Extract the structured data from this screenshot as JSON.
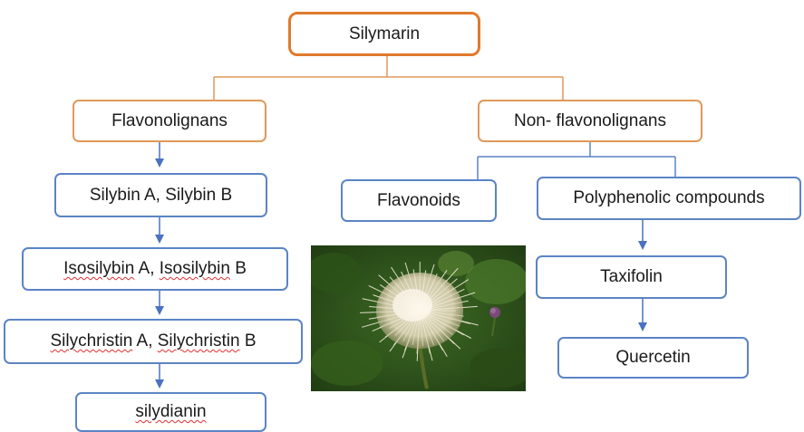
{
  "diagram": {
    "root": "Silymarin",
    "left_branch": {
      "title": "Flavonolignans",
      "items": [
        "Silybin A, Silybin B",
        "Isosilybin A, Isosilybin B",
        "Silychristin A, Silychristin B",
        "silydianin"
      ]
    },
    "right_branch": {
      "title": "Non- flavonolignans",
      "children": {
        "flavonoids": "Flavonoids",
        "polyphenolic": "Polyphenolic compounds"
      },
      "polyphenolic_chain": [
        "Taxifolin",
        "Quercetin"
      ]
    },
    "photo": {
      "subject": "milk thistle seed head",
      "colors": {
        "background_dark": "#1f3a12",
        "background_mid": "#3d6a24",
        "fluff": "#efe6d2",
        "flower_accent": "#7a4a7a"
      }
    },
    "colors": {
      "root_border": "#e07a2b",
      "orange_border": "#e0995a",
      "blue_border": "#5b84c4",
      "arrow": "#4a72c0",
      "text": "#1a1a1a"
    }
  }
}
